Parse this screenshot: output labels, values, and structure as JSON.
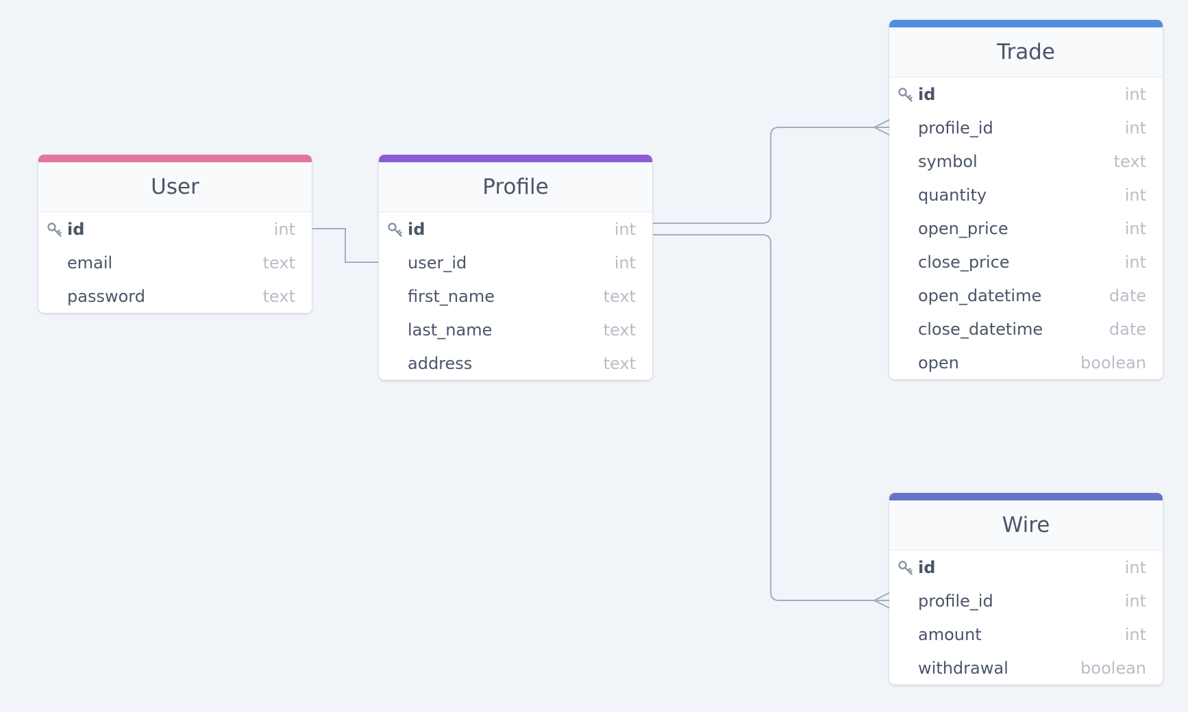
{
  "colors": {
    "background": "#f1f5f9",
    "connector": "#a0aec0",
    "user": "#e6739a",
    "profile": "#8b5cd6",
    "trade": "#4f8fdb",
    "wire": "#6574c8"
  },
  "entities": [
    {
      "key": "user",
      "title": "User",
      "accent": "#e6739a",
      "fields": [
        {
          "name": "id",
          "type": "int",
          "pk": true,
          "icon": "key-icon"
        },
        {
          "name": "email",
          "type": "text",
          "pk": false
        },
        {
          "name": "password",
          "type": "text",
          "pk": false
        }
      ]
    },
    {
      "key": "profile",
      "title": "Profile",
      "accent": "#8b5cd6",
      "fields": [
        {
          "name": "id",
          "type": "int",
          "pk": true,
          "icon": "key-icon"
        },
        {
          "name": "user_id",
          "type": "int",
          "pk": false
        },
        {
          "name": "first_name",
          "type": "text",
          "pk": false
        },
        {
          "name": "last_name",
          "type": "text",
          "pk": false
        },
        {
          "name": "address",
          "type": "text",
          "pk": false
        }
      ]
    },
    {
      "key": "trade",
      "title": "Trade",
      "accent": "#4f8fdb",
      "fields": [
        {
          "name": "id",
          "type": "int",
          "pk": true,
          "icon": "key-icon"
        },
        {
          "name": "profile_id",
          "type": "int",
          "pk": false
        },
        {
          "name": "symbol",
          "type": "text",
          "pk": false
        },
        {
          "name": "quantity",
          "type": "int",
          "pk": false
        },
        {
          "name": "open_price",
          "type": "int",
          "pk": false
        },
        {
          "name": "close_price",
          "type": "int",
          "pk": false
        },
        {
          "name": "open_datetime",
          "type": "date",
          "pk": false
        },
        {
          "name": "close_datetime",
          "type": "date",
          "pk": false
        },
        {
          "name": "open",
          "type": "boolean",
          "pk": false
        }
      ]
    },
    {
      "key": "wire",
      "title": "Wire",
      "accent": "#6574c8",
      "fields": [
        {
          "name": "id",
          "type": "int",
          "pk": true,
          "icon": "key-icon"
        },
        {
          "name": "profile_id",
          "type": "int",
          "pk": false
        },
        {
          "name": "amount",
          "type": "int",
          "pk": false
        },
        {
          "name": "withdrawal",
          "type": "boolean",
          "pk": false
        }
      ]
    }
  ],
  "relationships": [
    {
      "from": "user.id",
      "to": "profile.user_id",
      "cardinality": "one-to-one"
    },
    {
      "from": "profile.id",
      "to": "trade.profile_id",
      "cardinality": "one-to-many"
    },
    {
      "from": "profile.id",
      "to": "wire.profile_id",
      "cardinality": "one-to-many"
    }
  ]
}
